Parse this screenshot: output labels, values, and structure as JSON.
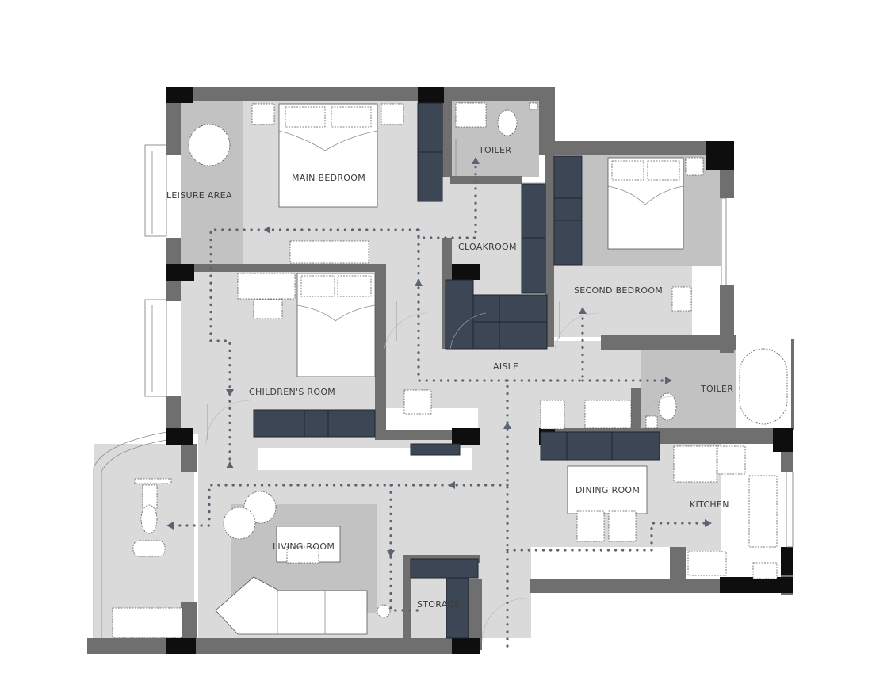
{
  "rooms": {
    "leisure_area": "LEISURE AREA",
    "main_bedroom": "MAIN BEDROOM",
    "toilet_top": "TOILER",
    "cloakroom": "CLOAKROOM",
    "second_bedroom": "SECOND BEDROOM",
    "childrens_room": "CHILDREN'S ROOM",
    "aisle": "AISLE",
    "toilet_right": "TOILER",
    "dining_room": "DINING ROOM",
    "kitchen": "KITCHEN",
    "living_room": "LIVING ROOM",
    "storage": "STORAGE"
  },
  "colors": {
    "wall": "#6f6f6f",
    "pillar": "#0e0e0e",
    "floor": "#dadada",
    "floor_dark": "#c2c2c2",
    "cabinet": "#3d4654",
    "path": "#5b6470"
  },
  "icons": [
    "flow-arrow-icon",
    "bed-icon",
    "toilet-icon",
    "bathtub-icon",
    "sofa-icon",
    "exercise-bike-icon"
  ]
}
